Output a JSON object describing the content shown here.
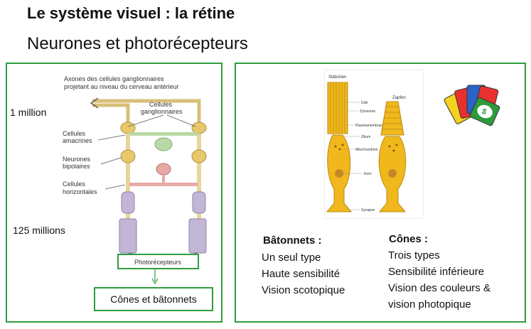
{
  "slide": {
    "title": "Le système visuel : la rétine",
    "subtitle": "Neurones et photorécepteurs"
  },
  "left_panel": {
    "label_1_million": "1 million",
    "label_125_millions": "125 millions",
    "diagram": {
      "axon_caption_line1": "Axones des cellules ganglionnaires",
      "axon_caption_line2": "projetant au niveau du cerveau antérieur",
      "ganglion_line1": "Cellules",
      "ganglion_line2": "ganglionnaires",
      "amacrine_line1": "Cellules",
      "amacrine_line2": "amacrines",
      "bipolar_line1": "Neurones",
      "bipolar_line2": "bipolaires",
      "horizontal_line1": "Cellules",
      "horizontal_line2": "horizontales",
      "photoreceptor_box": "Photorécepteurs"
    },
    "cones_box": "Cônes et bâtonnets"
  },
  "right_panel": {
    "diagram": {
      "stabchen": "Stäbchen",
      "zapfen": "Zapfen",
      "disk": "Disk",
      "zytosoma": "Zytosoma",
      "plasmamembran": "Plasmamembran",
      "zilium": "Zilium",
      "mitochondrien": "Mitochondrien",
      "kern": "Kern",
      "synapse": "Synapse"
    },
    "rods": {
      "heading": "Bâtonnets :",
      "items": [
        "Un seul type",
        "Haute sensibilité",
        "Vision scotopique"
      ]
    },
    "cones": {
      "heading": "Cônes :",
      "items": [
        "Trois types",
        "Sensibilité inférieure",
        "Vision des couleurs &",
        "vision photopique"
      ]
    }
  },
  "colors": {
    "accent_green": "#2e9d3e",
    "neuron_yellow": "#e8c86a",
    "amacrine_green": "#b9d9a6",
    "horizontal_pink": "#e8a9a4",
    "receptor_lavender": "#c2b6d6",
    "photoreceptor_gold": "#f0b81c"
  },
  "icons": [
    "uno-cards-icon"
  ]
}
